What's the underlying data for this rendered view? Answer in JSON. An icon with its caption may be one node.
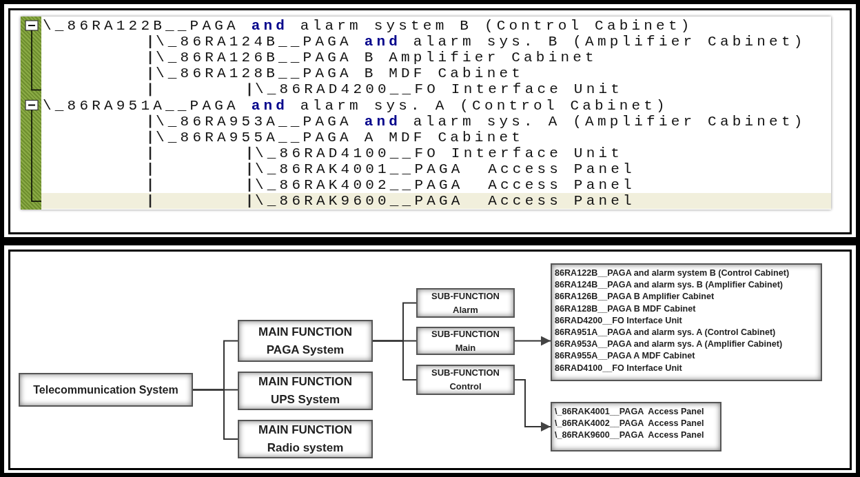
{
  "diagram": {
    "nodes": [
      {
        "text": [
          "Telecommunication System"
        ]
      },
      {
        "text": [
          "MAIN FUNCTION",
          "PAGA System"
        ]
      },
      {
        "text": [
          "MAIN FUNCTION",
          "UPS System"
        ]
      },
      {
        "text": [
          "MAIN FUNCTION",
          "Radio system"
        ]
      },
      {
        "text": [
          "SUB-FUNCTION",
          "Alarm"
        ]
      },
      {
        "text": [
          "SUB-FUNCTION",
          "Main"
        ]
      },
      {
        "text": [
          "SUB-FUNCTION",
          "Control"
        ]
      },
      {
        "text": [
          "86RA122B__PAGA and alarm system B (Control Cabinet)",
          "86RA124B__PAGA and alarm sys. B (Amplifier Cabinet)",
          "86RA126B__PAGA B Amplifier Cabinet",
          "86RA128B__PAGA B MDF Cabinet",
          "86RAD4200__FO Interface Unit",
          "86RA951A__PAGA and alarm sys. A (Control Cabinet)",
          "86RA953A__PAGA and alarm sys. A (Amplifier Cabinet)",
          "86RA955A__PAGA A MDF Cabinet",
          "86RAD4100__FO Interface Unit"
        ]
      },
      {
        "text": [
          "\\_86RAK4001__PAGA  Access Panel",
          "\\_86RAK4002__PAGA  Access Panel",
          "\\_86RAK9600__PAGA  Access Panel"
        ]
      }
    ],
    "edges": [
      {
        "from": 0,
        "to": 1,
        "arrow": "none"
      },
      {
        "from": 0,
        "to": 2,
        "arrow": "none"
      },
      {
        "from": 0,
        "to": 3,
        "arrow": "none"
      },
      {
        "from": 1,
        "to": 4,
        "arrow": "none"
      },
      {
        "from": 1,
        "to": 5,
        "arrow": "none"
      },
      {
        "from": 1,
        "to": 6,
        "arrow": "none"
      },
      {
        "from": 5,
        "to": 7,
        "arrow": "to"
      },
      {
        "from": 6,
        "to": 8,
        "arrow": "to"
      }
    ],
    "labels": [
      "\\_86RA122B__PAGA **and** alarm system B (Control Cabinet)",
      "\\_86RA124B__PAGA **and** alarm sys. B (Amplifier Cabinet)",
      "\\_86RA126B__PAGA B Amplifier Cabinet",
      "\\_86RA128B__PAGA B MDF Cabinet",
      "\\_86RAD4200__FO Interface Unit",
      "\\_86RA951A__PAGA **and** alarm sys. A (Control Cabinet)",
      "\\_86RA953A__PAGA **and** alarm sys. A (Amplifier Cabinet)",
      "\\_86RA955A__PAGA A MDF Cabinet",
      "\\_86RAD4100__FO Interface Unit",
      "\\_86RAK4001__PAGA  Access Panel",
      "\\_86RAK4002__PAGA  Access Panel",
      "\\_86RAK9600__PAGA  Access Panel"
    ]
  }
}
